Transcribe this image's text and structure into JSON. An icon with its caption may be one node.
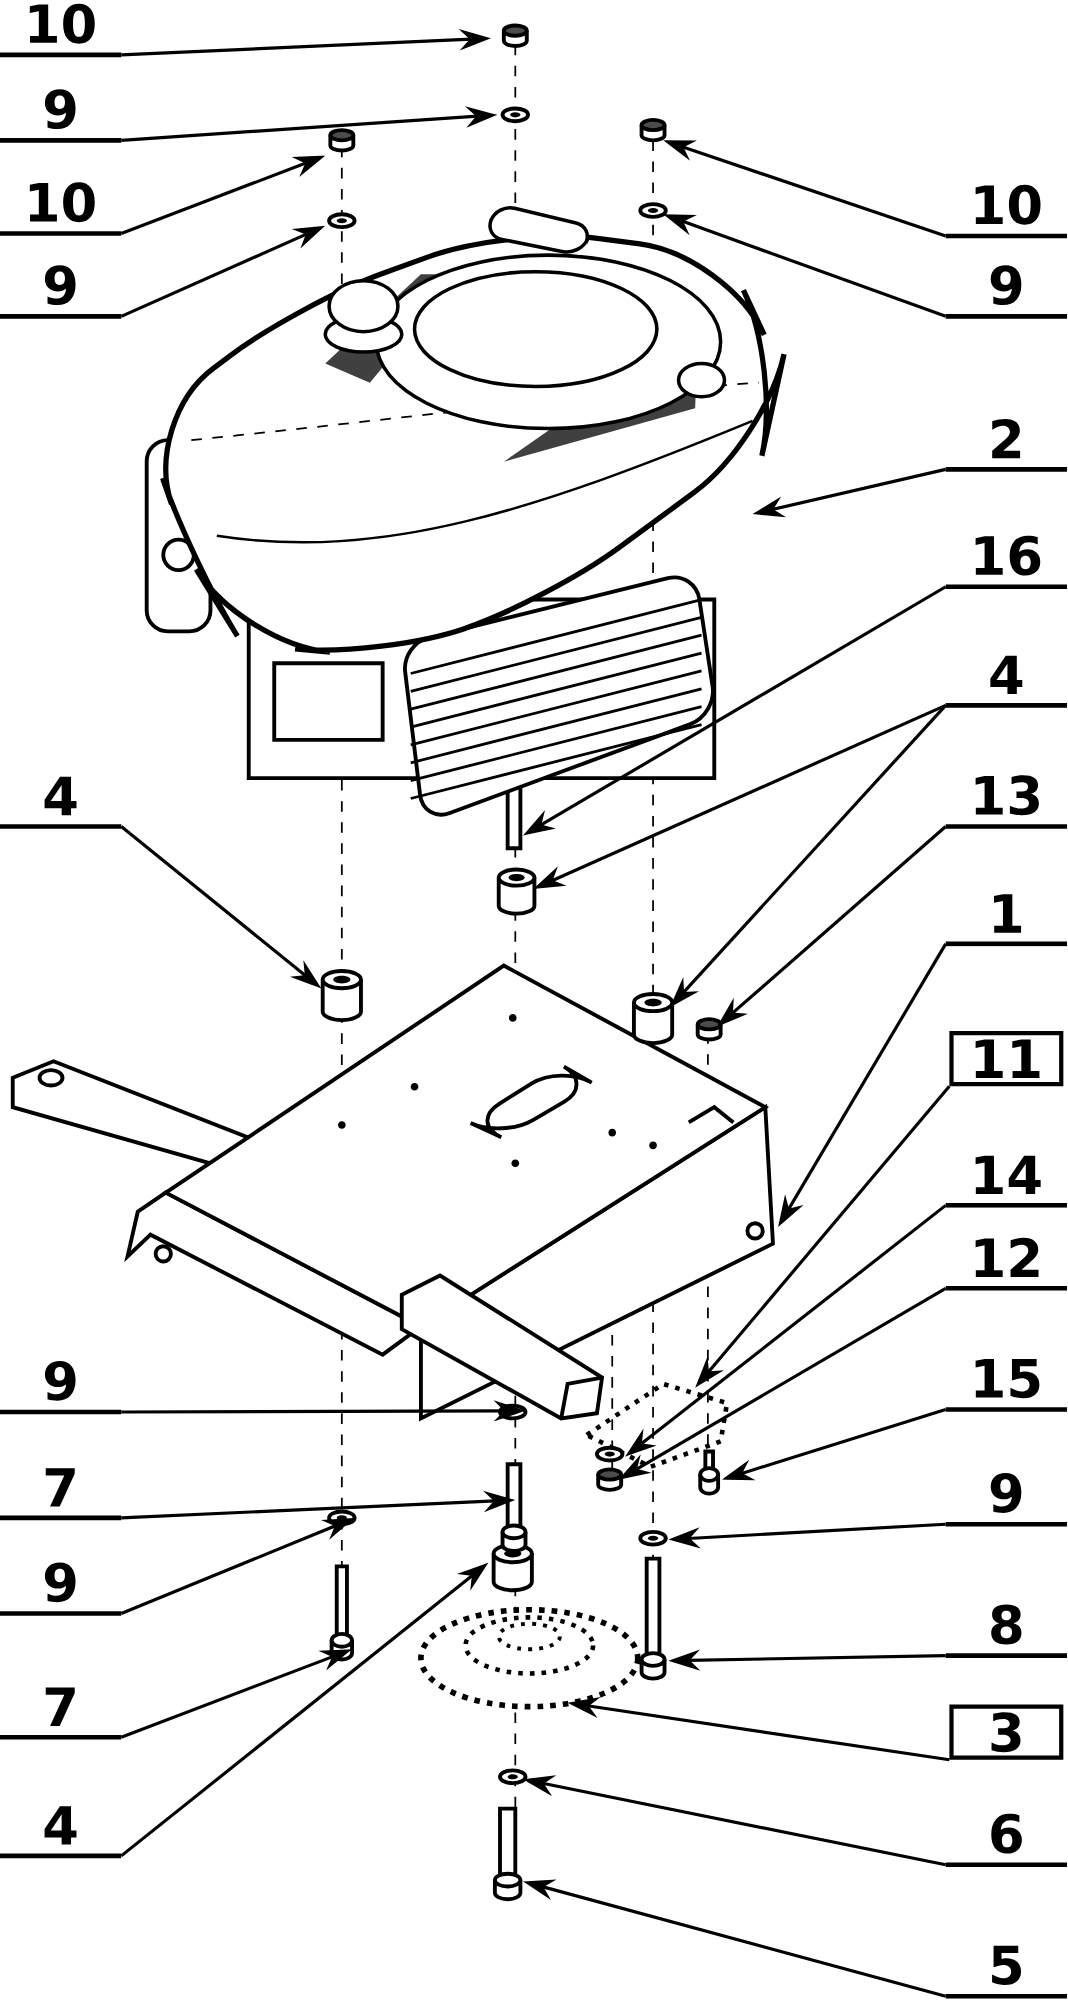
{
  "diagram": {
    "nodes": [
      {
        "text": [
          "10"
        ]
      },
      {
        "text": [
          "9"
        ]
      },
      {
        "text": [
          "10"
        ]
      },
      {
        "text": [
          "10"
        ]
      },
      {
        "text": [
          "9"
        ]
      },
      {
        "text": [
          "9"
        ]
      },
      {
        "text": [
          "2"
        ]
      },
      {
        "text": [
          "16"
        ]
      },
      {
        "text": [
          "4"
        ]
      },
      {
        "text": [
          "4"
        ]
      },
      {
        "text": [
          "13"
        ]
      },
      {
        "text": [
          "1"
        ]
      },
      {
        "text": [
          "11"
        ]
      },
      {
        "text": [
          "14"
        ]
      },
      {
        "text": [
          "12"
        ]
      },
      {
        "text": [
          "15"
        ]
      },
      {
        "text": [
          "9"
        ]
      },
      {
        "text": [
          "7"
        ]
      },
      {
        "text": [
          "9"
        ]
      },
      {
        "text": [
          "9"
        ]
      },
      {
        "text": [
          "8"
        ]
      },
      {
        "text": [
          "7"
        ]
      },
      {
        "text": [
          "3"
        ]
      },
      {
        "text": [
          "4"
        ]
      },
      {
        "text": [
          "6"
        ]
      },
      {
        "text": [
          "5"
        ]
      }
    ],
    "edges": [
      {
        "from": 0,
        "to": null,
        "arrow": "to"
      },
      {
        "from": 1,
        "to": null,
        "arrow": "to"
      },
      {
        "from": 2,
        "to": null,
        "arrow": "to"
      },
      {
        "from": 3,
        "to": null,
        "arrow": "to"
      },
      {
        "from": 4,
        "to": null,
        "arrow": "to"
      },
      {
        "from": 5,
        "to": null,
        "arrow": "to"
      },
      {
        "from": 6,
        "to": null,
        "arrow": "to"
      },
      {
        "from": 7,
        "to": null,
        "arrow": "to"
      },
      {
        "from": 8,
        "to": null,
        "arrow": "to"
      },
      {
        "from": 8,
        "to": null,
        "arrow": "to"
      },
      {
        "from": 9,
        "to": null,
        "arrow": "to"
      },
      {
        "from": 10,
        "to": null,
        "arrow": "to"
      },
      {
        "from": 11,
        "to": null,
        "arrow": "to"
      },
      {
        "from": 12,
        "to": null,
        "arrow": "to"
      },
      {
        "from": 13,
        "to": null,
        "arrow": "to"
      },
      {
        "from": 14,
        "to": null,
        "arrow": "to"
      },
      {
        "from": 15,
        "to": null,
        "arrow": "to"
      },
      {
        "from": 16,
        "to": null,
        "arrow": "to"
      },
      {
        "from": 17,
        "to": null,
        "arrow": "to"
      },
      {
        "from": 18,
        "to": null,
        "arrow": "to"
      },
      {
        "from": 19,
        "to": null,
        "arrow": "to"
      },
      {
        "from": 20,
        "to": null,
        "arrow": "to"
      },
      {
        "from": 21,
        "to": null,
        "arrow": "to"
      },
      {
        "from": 22,
        "to": null,
        "arrow": "to"
      },
      {
        "from": 23,
        "to": null,
        "arrow": "to"
      },
      {
        "from": 24,
        "to": null,
        "arrow": "to"
      },
      {
        "from": 25,
        "to": null,
        "arrow": "to"
      }
    ]
  }
}
